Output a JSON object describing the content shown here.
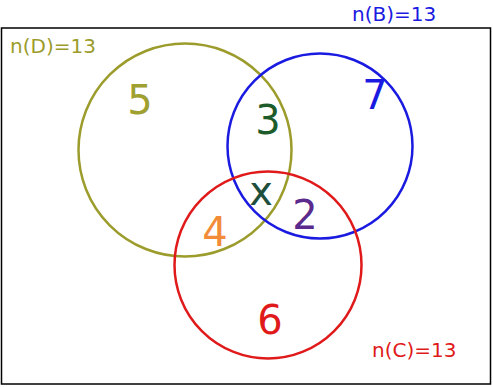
{
  "diagram": {
    "nodes": [
      {
        "text": [
          "n(D)=13"
        ]
      },
      {
        "text": [
          "n(B)=13"
        ]
      },
      {
        "text": [
          "n(C)=13"
        ]
      }
    ],
    "labels": [
      "5",
      "3",
      "7",
      "x",
      "4",
      "2",
      "6"
    ]
  }
}
